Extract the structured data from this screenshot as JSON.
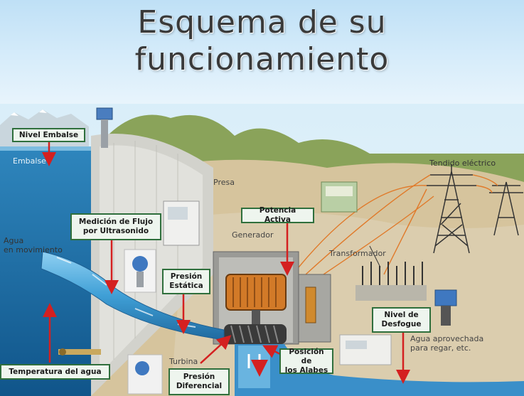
{
  "title": {
    "line1": "Esquema de su",
    "line2": "funcionamiento"
  },
  "sensor_labels": {
    "nivel_embalse": "Nivel Embalse",
    "medicion_flujo": "Medición de Flujo\npor Ultrasonido",
    "presion_estatica": "Presión\nEstática",
    "potencia_activa": "Potencia Activa",
    "nivel_desfogue": "Nivel de\nDesfogue",
    "posicion_alabes": "Posición de\nlos Alabes",
    "presion_diferencial": "Presión\nDiferencial",
    "temperatura_agua": "Temperatura del agua"
  },
  "component_labels": {
    "embalse": "Embalse",
    "presa": "Presa",
    "agua_movimiento": "Agua\nen movimiento",
    "generador": "Generador",
    "transformador": "Transformador",
    "tendido": "Tendido eléctrico",
    "turbina": "Turbina",
    "agua_aprovechada": "Agua aprovechada\npara regar, etc."
  },
  "colors": {
    "label_border": "#2f6f3c",
    "arrow": "#d42020",
    "water": "#3a8fc9",
    "sky": "#cfe8f7"
  }
}
